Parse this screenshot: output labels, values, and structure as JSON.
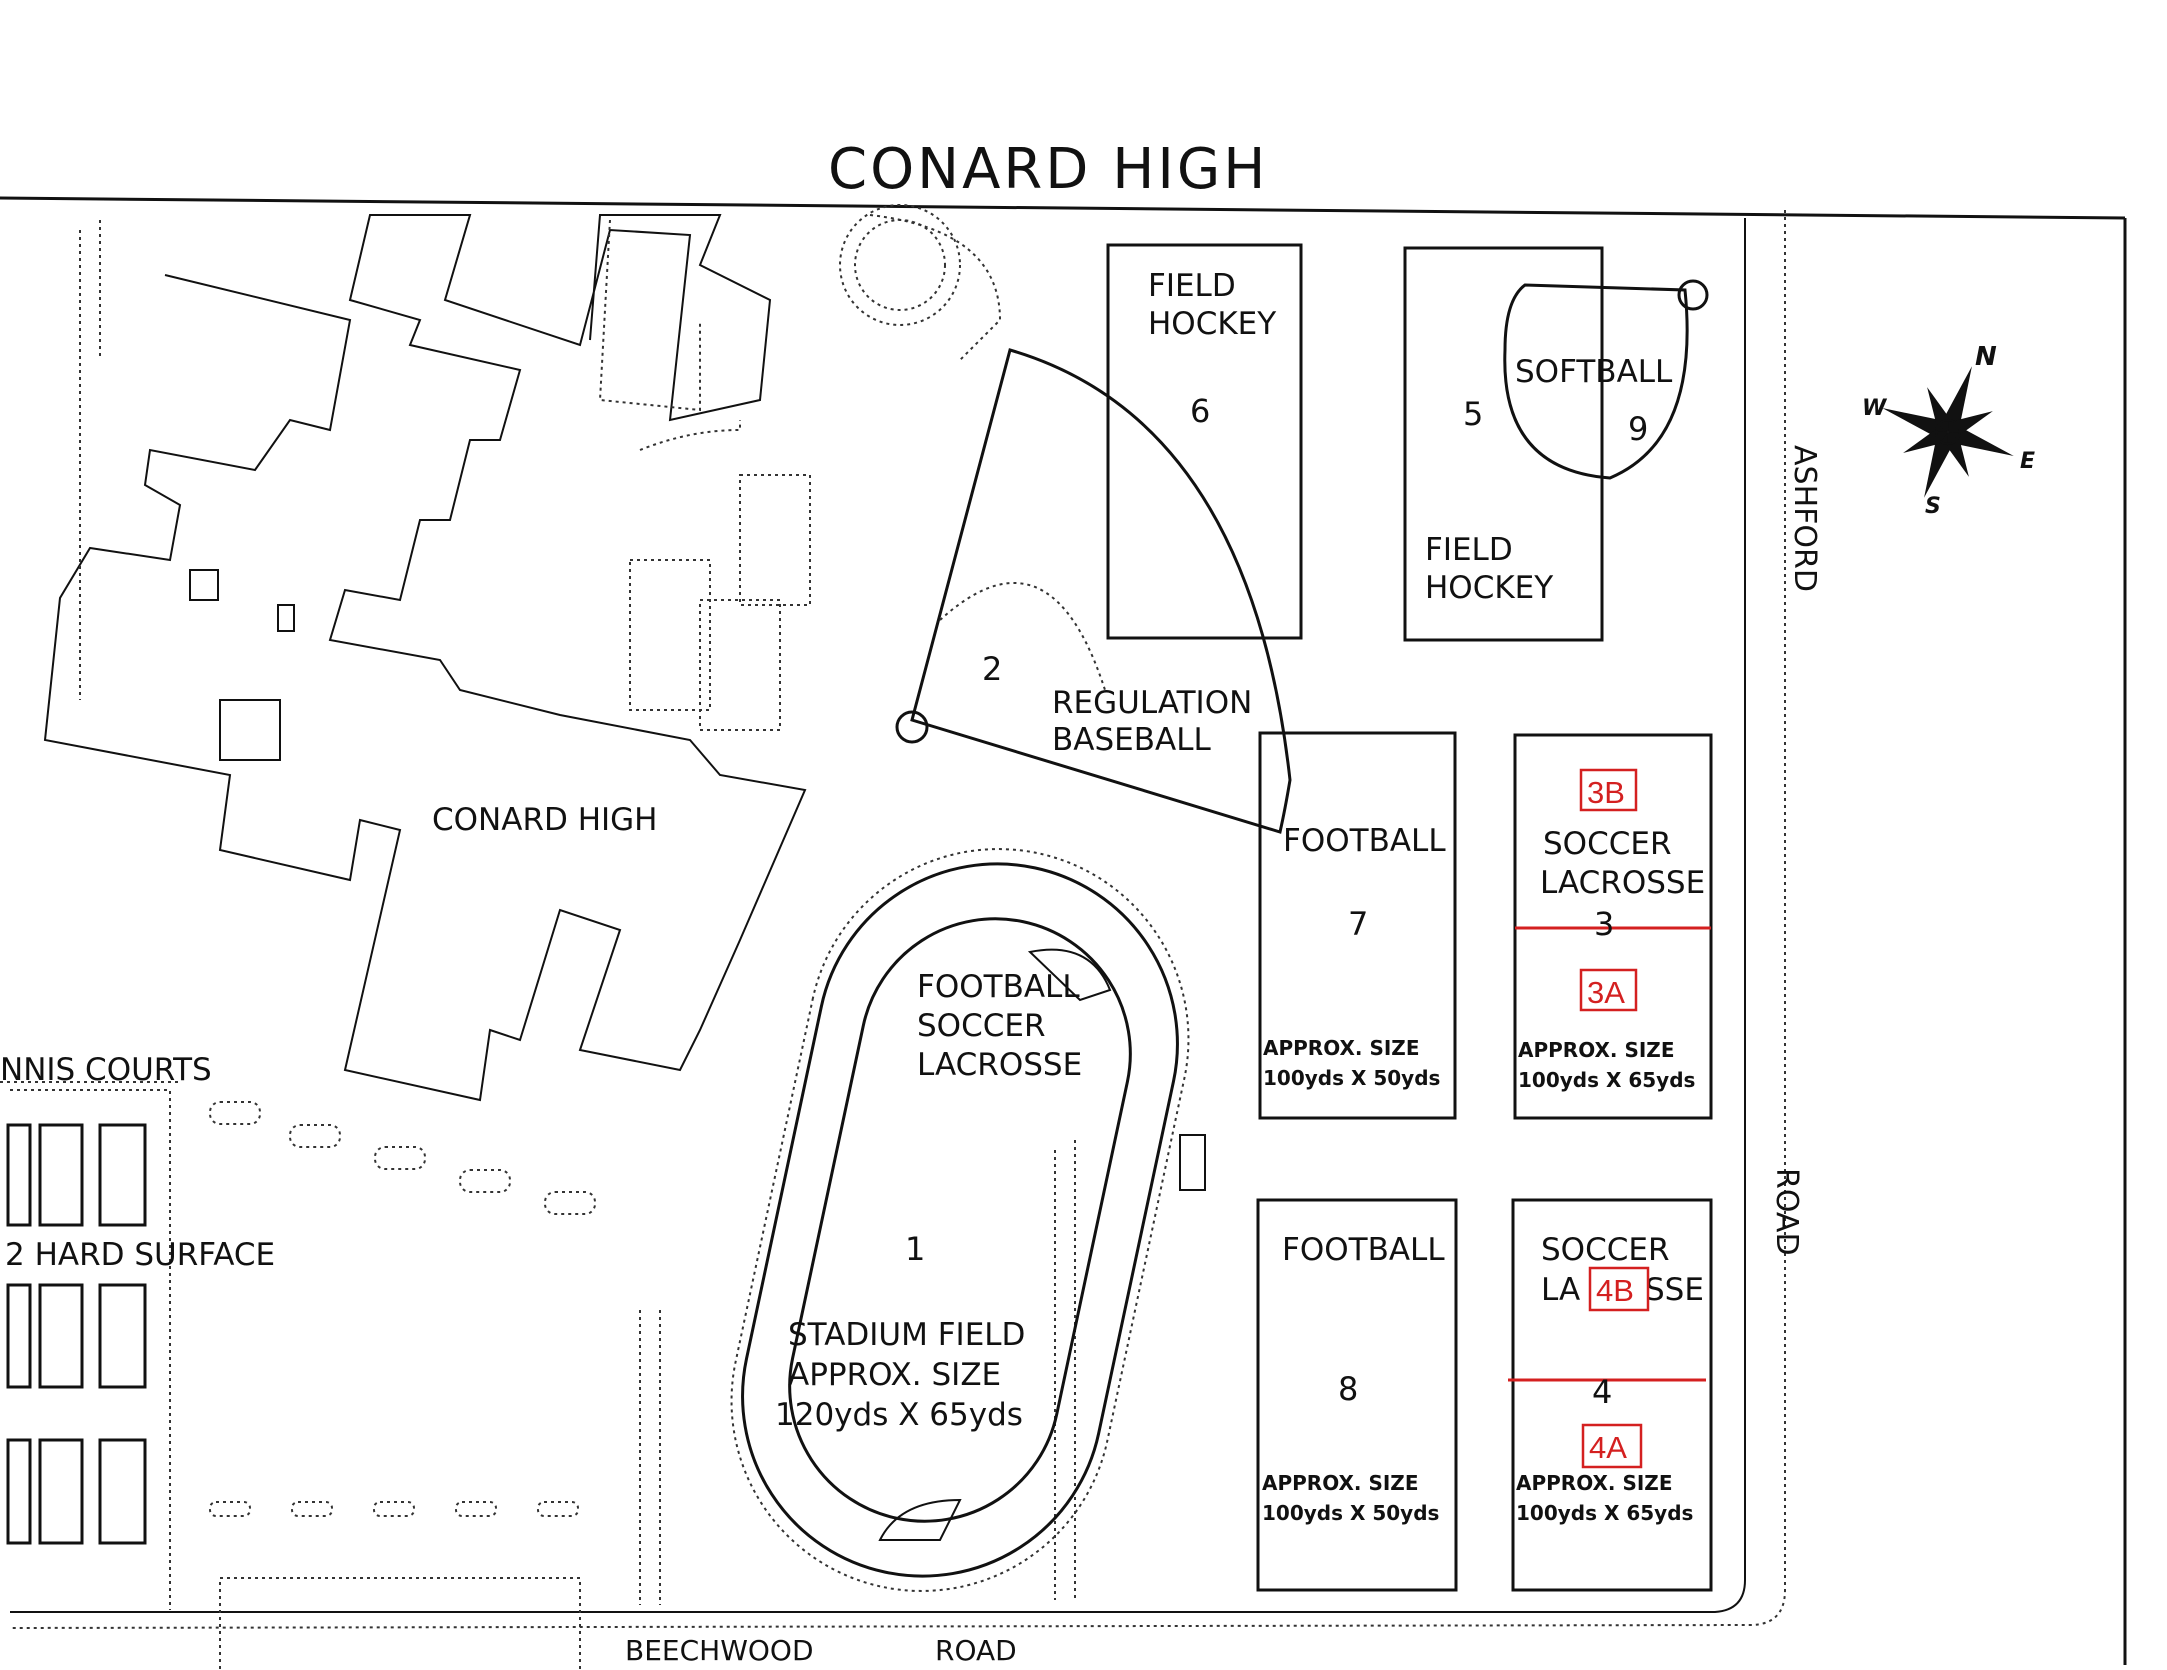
{
  "title": "CONARD HIGH",
  "building_label": "CONARD HIGH",
  "roads": {
    "ashford": "ASHFORD",
    "road_east": "ROAD",
    "beechwood": "BEECHWOOD",
    "road_south": "ROAD"
  },
  "tennis": {
    "courts": "NNIS COURTS",
    "hard_surface": "2 HARD SURFACE"
  },
  "compass": {
    "n": "N",
    "s": "S",
    "e": "E",
    "w": "W"
  },
  "fields": {
    "f1": {
      "num": "1",
      "top1": "FOOTBALL",
      "top2": "SOCCER",
      "top3": "LACROSSE",
      "s1": "STADIUM FIELD",
      "s2": "APPROX. SIZE",
      "s3": "120yds X 65yds"
    },
    "f2": {
      "num": "2",
      "l1": "REGULATION",
      "l2": "BASEBALL"
    },
    "f3": {
      "num": "3",
      "l1": "SOCCER",
      "l2": "LACROSSE",
      "size1": "APPROX. SIZE",
      "size2": "100yds X 65yds",
      "tagB": "3B",
      "tagA": "3A"
    },
    "f4": {
      "num": "4",
      "l1": "SOCCER",
      "l2a": "LA",
      "l2b": "SSE",
      "size1": "APPROX. SIZE",
      "size2": "100yds X 65yds",
      "tagB": "4B",
      "tagA": "4A"
    },
    "f5": {
      "num": "5",
      "l1": "FIELD",
      "l2": "HOCKEY"
    },
    "f6": {
      "num": "6",
      "l1": "FIELD",
      "l2": "HOCKEY"
    },
    "f7": {
      "num": "7",
      "l1": "FOOTBALL",
      "size1": "APPROX. SIZE",
      "size2": "100yds X 50yds"
    },
    "f8": {
      "num": "8",
      "l1": "FOOTBALL",
      "size1": "APPROX. SIZE",
      "size2": "100yds X 50yds"
    },
    "f9": {
      "num": "9",
      "l1": "SOFTBALL"
    }
  },
  "colors": {
    "ink": "#111111",
    "annotation": "#d42020",
    "paper": "#ffffff"
  }
}
